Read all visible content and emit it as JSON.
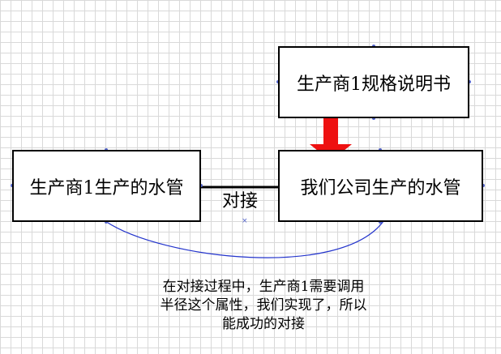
{
  "boxes": {
    "spec": "生产商1规格说明书",
    "ours": "我们公司生产的水管",
    "supplier": "生产商1生产的水管"
  },
  "labels": {
    "connect": "对接"
  },
  "note": {
    "lines": [
      "在对接过程中，生产商1需要调用",
      "半径这个属性，我们实现了，所以",
      "能成功的对接"
    ]
  },
  "colors": {
    "arrow_red": "#ee1111",
    "curve_blue": "#2233cc",
    "grid": "#d9d9d9"
  }
}
